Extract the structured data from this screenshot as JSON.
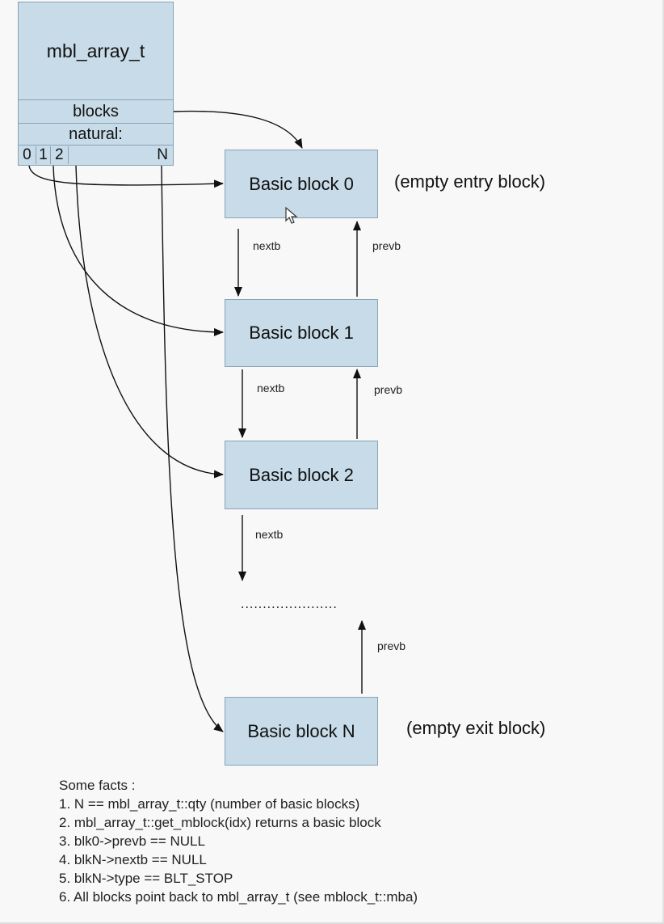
{
  "mbl_array": {
    "title": "mbl_array_t",
    "blocks_field": "blocks",
    "natural_field": "natural:",
    "index_cells": [
      "0",
      "1",
      "2",
      "",
      "",
      "N"
    ]
  },
  "blocks": {
    "b0": "Basic block 0",
    "b1": "Basic block 1",
    "b2": "Basic block 2",
    "bN": "Basic block N"
  },
  "notes": {
    "entry": "(empty entry block)",
    "exit": "(empty exit block)"
  },
  "edge_labels": {
    "nextb": "nextb",
    "prevb": "prevb"
  },
  "ellipsis": "......................",
  "facts": {
    "heading": "Some facts :",
    "items": [
      "1. N == mbl_array_t::qty (number of basic blocks)",
      "2. mbl_array_t::get_mblock(idx) returns a basic block",
      "3. blk0->prevb == NULL",
      "4. blkN->nextb == NULL",
      "5. blkN->type == BLT_STOP",
      "6. All blocks point back to mbl_array_t (see mblock_t::mba)"
    ]
  },
  "colors": {
    "box_fill": "#c7dbe8",
    "box_border": "#8aa3b5",
    "arrow": "#111111"
  },
  "icons": [
    "mouse-pointer-icon"
  ]
}
